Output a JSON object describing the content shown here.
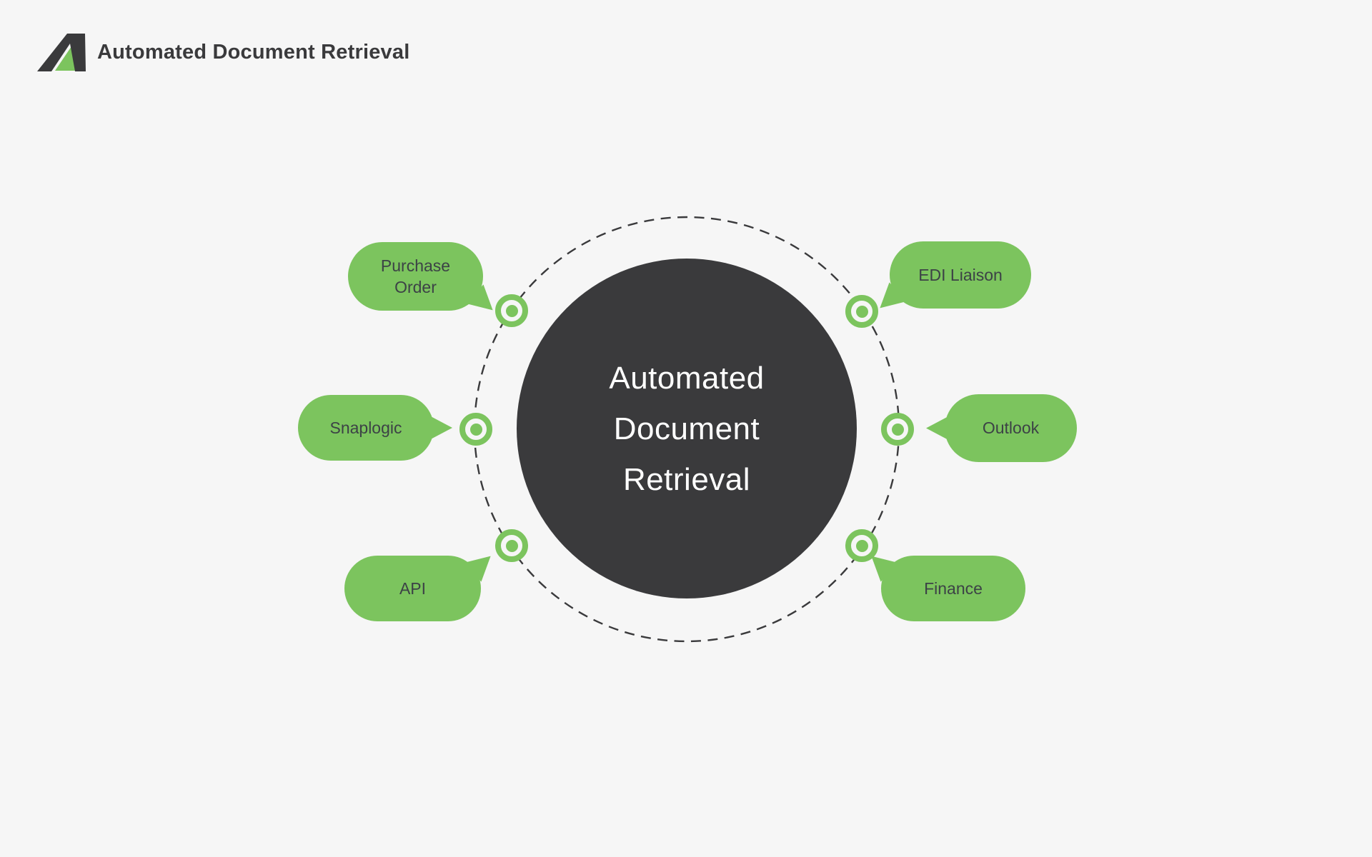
{
  "header": {
    "title": "Automated Document Retrieval",
    "logo_icon": "slanted-a-logo"
  },
  "diagram": {
    "center": {
      "label": "Automated Document Retrieval"
    },
    "nodes": [
      {
        "id": "purchase-order",
        "label": "Purchase Order",
        "side": "left",
        "slot": "top"
      },
      {
        "id": "snaplogic",
        "label": "Snaplogic",
        "side": "left",
        "slot": "middle"
      },
      {
        "id": "api",
        "label": "API",
        "side": "left",
        "slot": "bottom"
      },
      {
        "id": "edi-liaison",
        "label": "EDI Liaison",
        "side": "right",
        "slot": "top"
      },
      {
        "id": "outlook",
        "label": "Outlook",
        "side": "right",
        "slot": "middle"
      },
      {
        "id": "finance",
        "label": "Finance",
        "side": "right",
        "slot": "bottom"
      }
    ],
    "connector_dot_icon": "bullseye-dot",
    "orbit_style": "dashed-circle"
  },
  "colors": {
    "green": "#7CC45E",
    "dark": "#3A3A3C",
    "bg": "#F6F6F6",
    "ink": "#3C4246",
    "light": "#FFFFFF"
  }
}
